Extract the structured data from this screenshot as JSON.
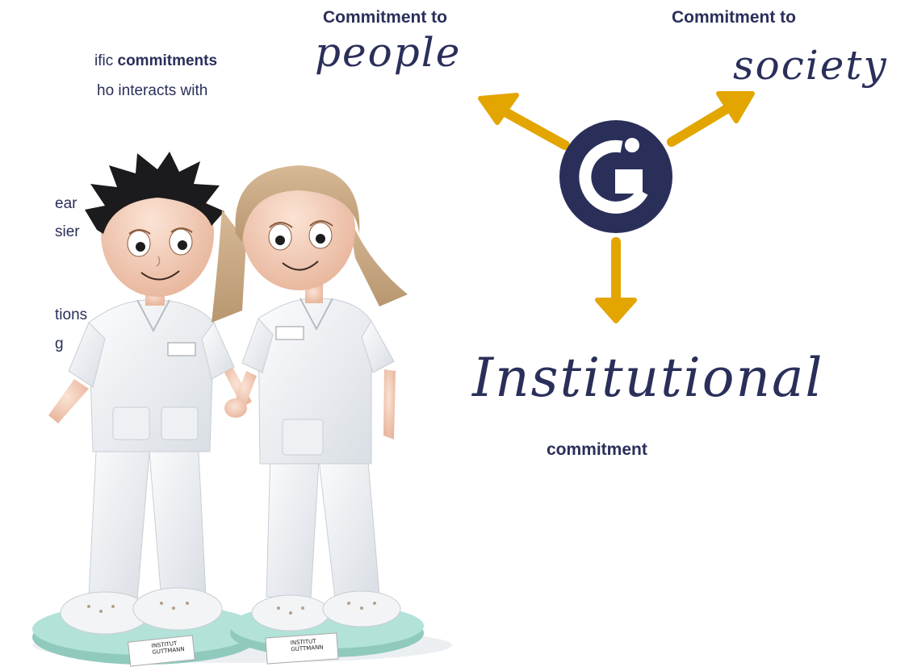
{
  "intro_text": {
    "line1_plain": "ific ",
    "line1_bold": "commitments",
    "line2": "ho interacts with",
    "line3": "ear",
    "line4": "sier",
    "line5": "tions",
    "line6": "g"
  },
  "commitments": {
    "people": {
      "prefix": "Commitment to",
      "word": "people"
    },
    "society": {
      "prefix": "Commitment to",
      "word": "society"
    },
    "institutional": {
      "word": "Institutional",
      "suffix": "commitment"
    }
  },
  "logo": {
    "letter": "G",
    "dot_letter": "i"
  },
  "figurine_badges": {
    "left_stand_line1": "INSTITUT",
    "left_stand_line2": "GUTTMANN",
    "right_stand_line1": "INSTITUT",
    "right_stand_line2": "GUTTMANN"
  },
  "colors": {
    "navy": "#2a2f5a",
    "gold": "#e3a500",
    "mint": "#a7dcd2",
    "white": "#ffffff"
  }
}
